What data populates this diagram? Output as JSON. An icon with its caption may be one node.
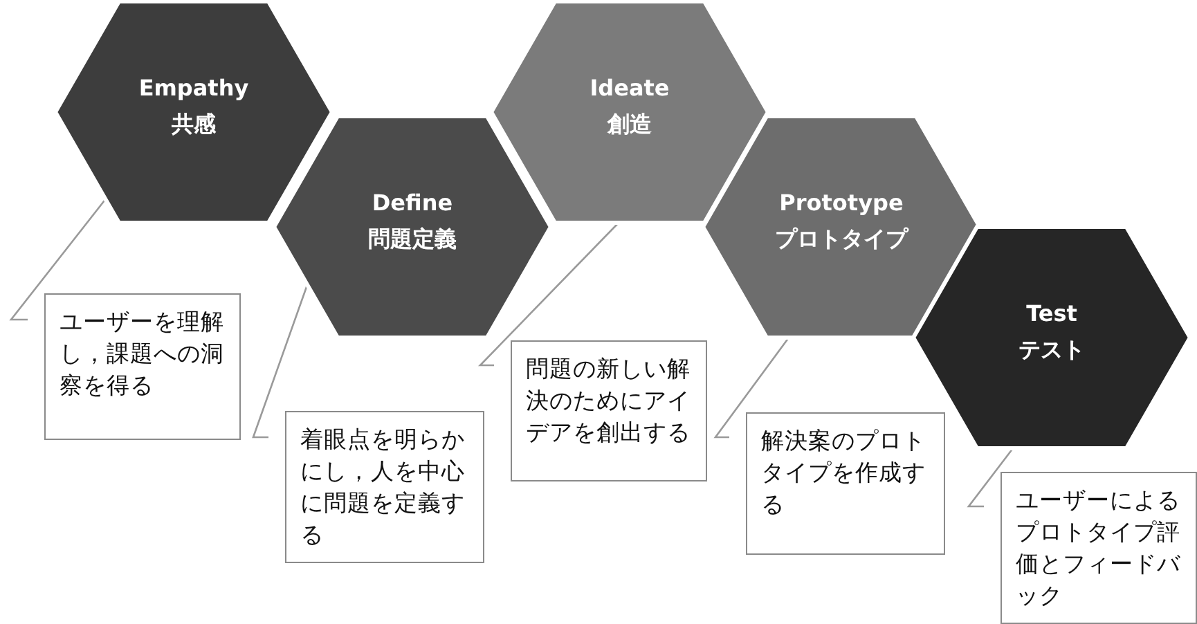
{
  "diagram": {
    "nodes": [
      {
        "text": [
          "Empathy",
          "共感"
        ]
      },
      {
        "text": [
          "Define",
          "問題定義"
        ]
      },
      {
        "text": [
          "Ideate",
          "創造"
        ]
      },
      {
        "text": [
          "Prototype",
          "プロトタイプ"
        ]
      },
      {
        "text": [
          "Test",
          "テスト"
        ]
      },
      {
        "text": [
          "ユーザーを理解し，課題への洞察を得る"
        ]
      },
      {
        "text": [
          "着眼点を明らかにし，人を中心に問題を定義する"
        ]
      },
      {
        "text": [
          "問題の新しい解決のためにアイデアを創出する"
        ]
      },
      {
        "text": [
          "解決案のプロトタイプを作成する"
        ]
      },
      {
        "text": [
          "ユーザーによるプロトタイプ評価とフィードバック"
        ]
      }
    ],
    "edges": [
      {
        "from": 0,
        "to": 5,
        "arrow": "none"
      },
      {
        "from": 1,
        "to": 6,
        "arrow": "none"
      },
      {
        "from": 2,
        "to": 7,
        "arrow": "none"
      },
      {
        "from": 3,
        "to": 8,
        "arrow": "none"
      },
      {
        "from": 4,
        "to": 9,
        "arrow": "none"
      }
    ]
  }
}
